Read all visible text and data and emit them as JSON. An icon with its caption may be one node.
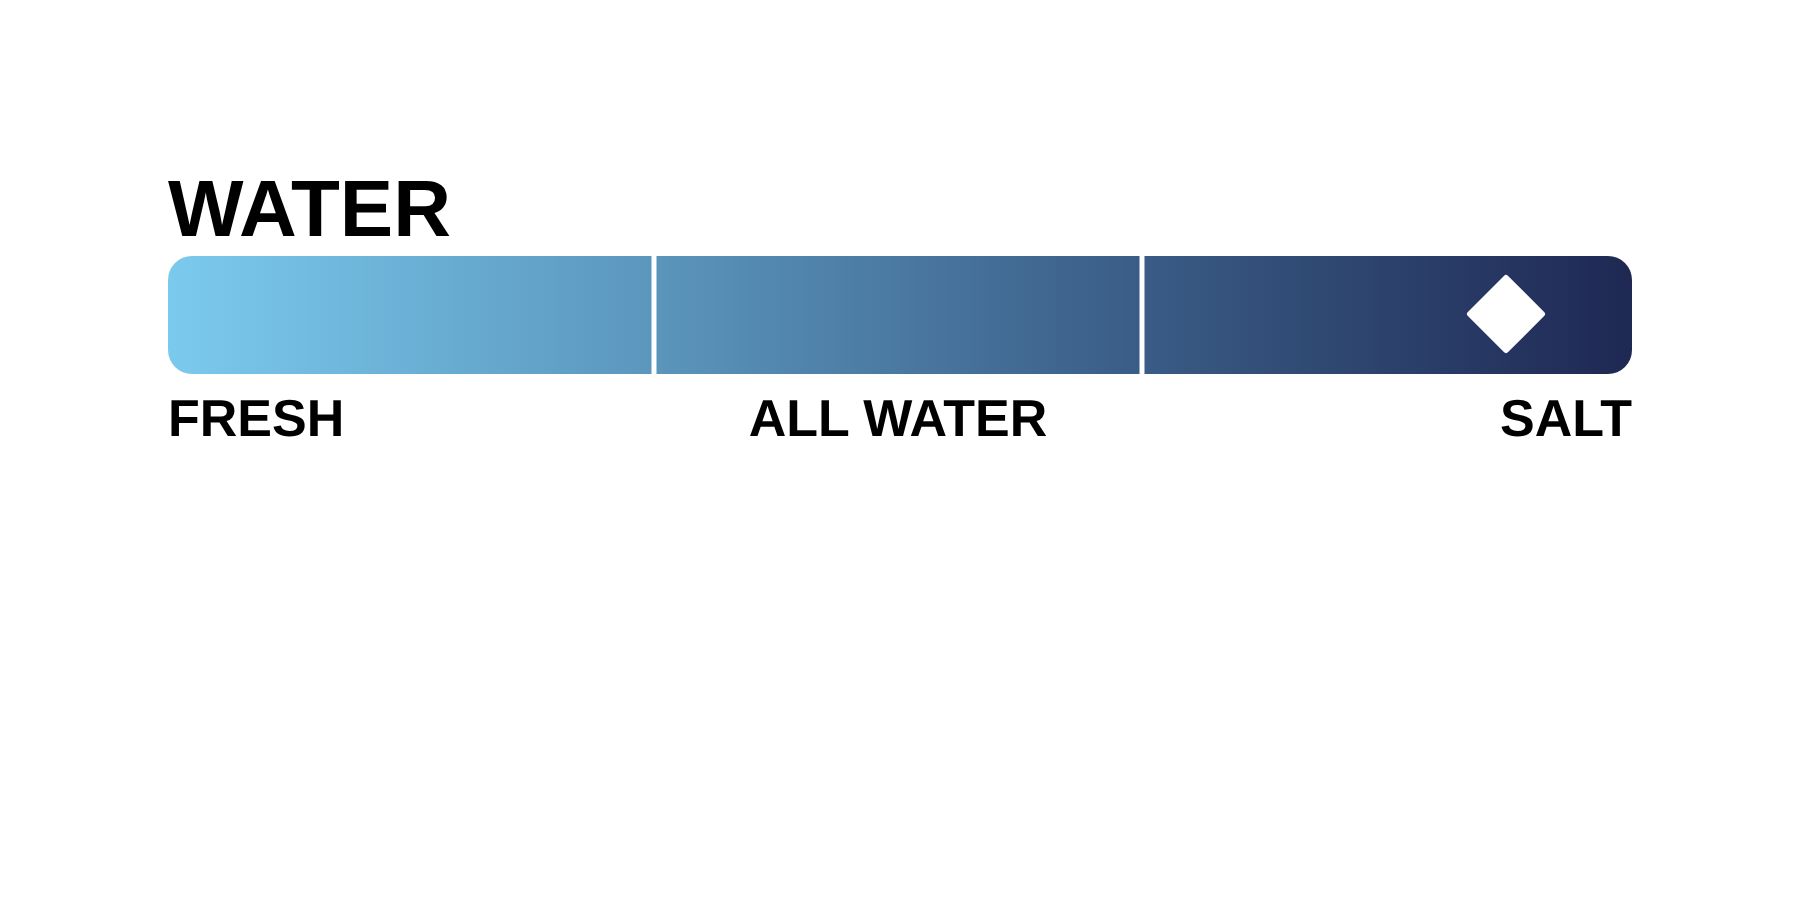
{
  "diagram": {
    "title": "WATER",
    "labels": [
      "FRESH",
      "ALL WATER",
      "SALT"
    ]
  }
}
